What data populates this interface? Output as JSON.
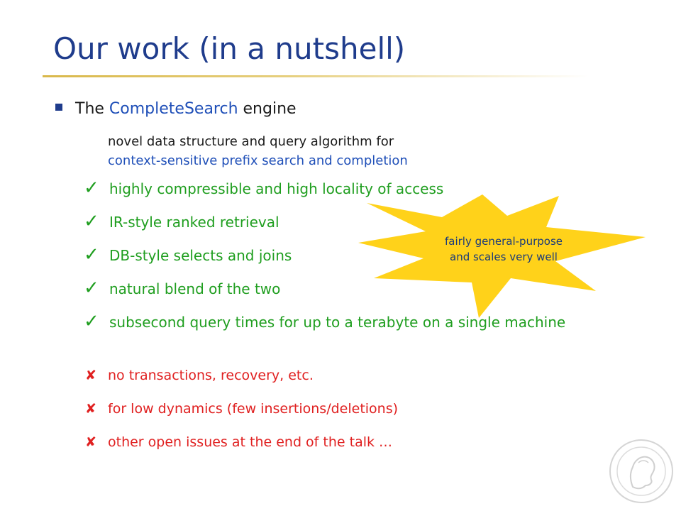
{
  "slide": {
    "title": "Our work (in a nutshell)",
    "main_bullet": {
      "prefix": "The ",
      "highlight": "CompleteSearch",
      "suffix": " engine"
    },
    "description": {
      "line1": "novel data structure and query algorithm for",
      "line2": "context-sensitive prefix search and completion"
    },
    "pros": [
      "highly compressible and high locality of access",
      "IR-style ranked retrieval",
      "DB-style selects and joins",
      "natural blend of the two",
      "subsecond query times for up to a terabyte on a single machine"
    ],
    "cons": [
      "no transactions, recovery, etc.",
      "for low dynamics (few insertions/deletions)",
      "other open issues at the end of the talk …"
    ],
    "callout": {
      "line1": "fairly general-purpose",
      "line2": "and scales very well"
    },
    "icons": {
      "check": "✓",
      "cross": "✘",
      "check_color": "#1f9e1f",
      "cross_color": "#e02020"
    },
    "colors": {
      "title": "#1f3c8c",
      "accent_blue": "#1f4fb8",
      "burst_fill": "#ffd21a"
    }
  }
}
